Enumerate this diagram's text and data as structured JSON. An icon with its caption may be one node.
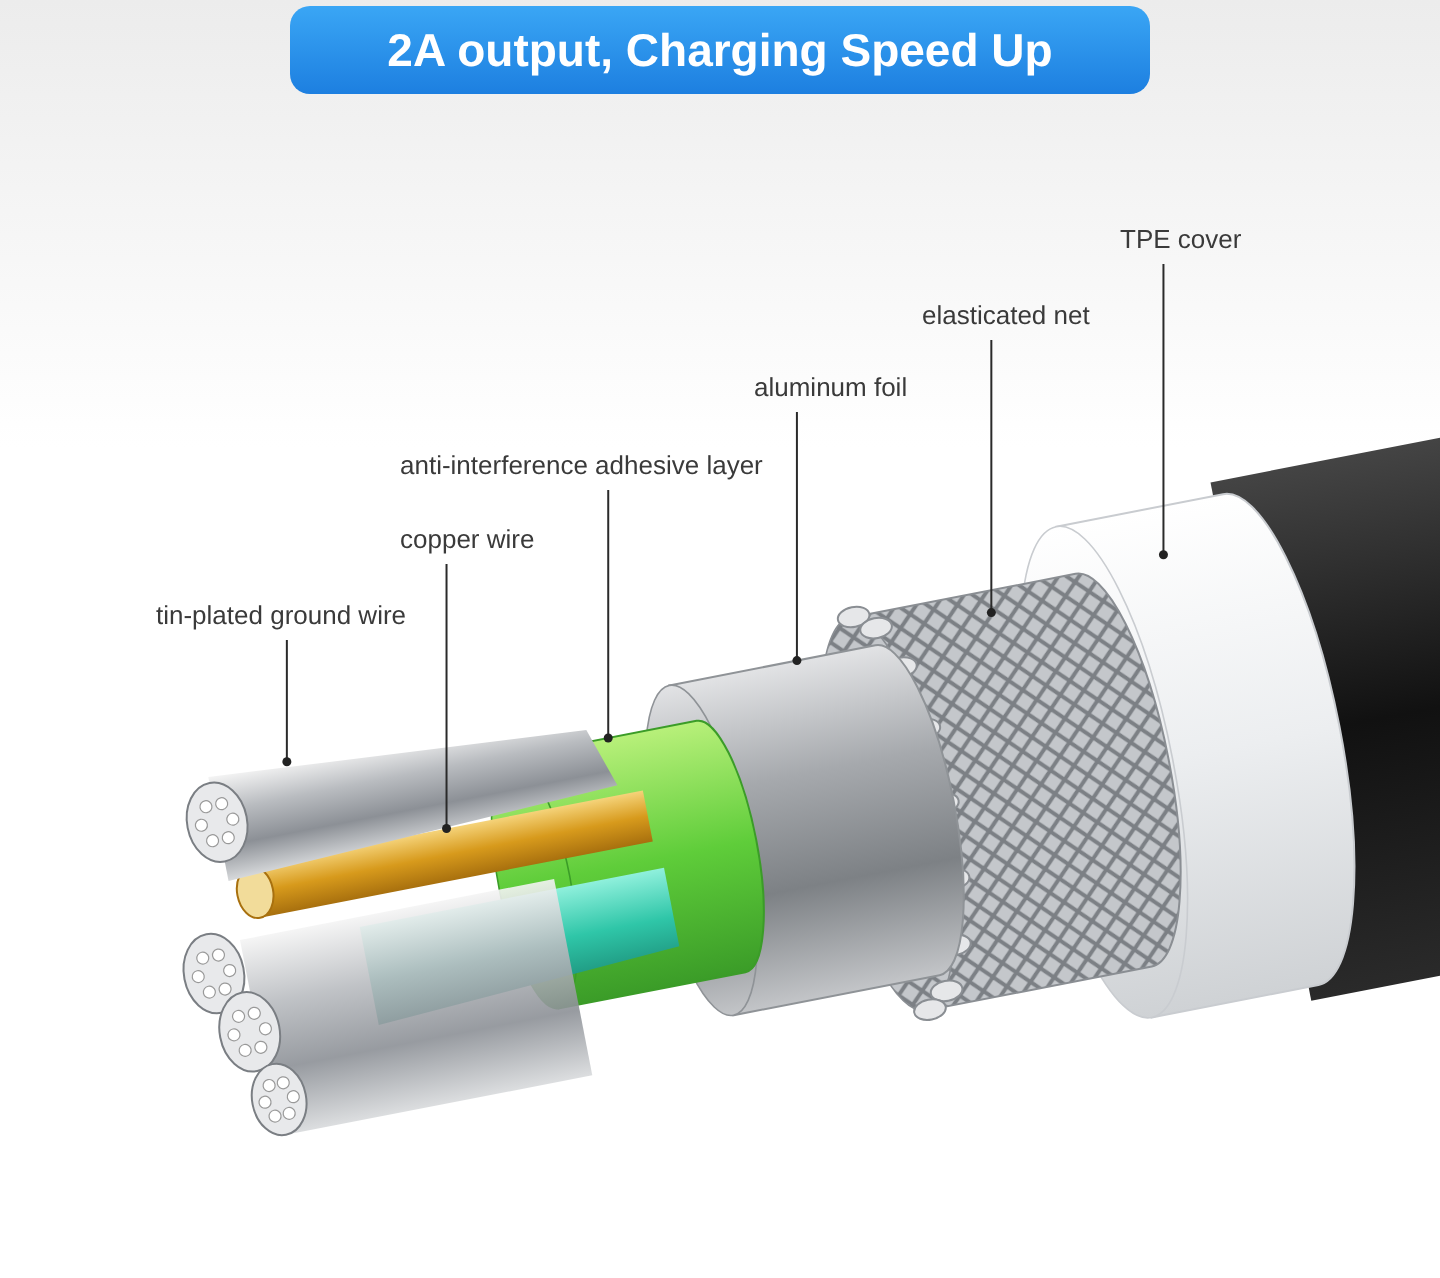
{
  "diagram": {
    "title": "2A output, Charging Speed Up",
    "nodes": [
      {
        "text": [
          "TPE cover"
        ]
      },
      {
        "text": [
          "elasticated net"
        ]
      },
      {
        "text": [
          "aluminum foil"
        ]
      },
      {
        "text": [
          "anti-interference adhesive layer"
        ]
      },
      {
        "text": [
          "copper wire"
        ]
      },
      {
        "text": [
          "tin-plated ground wire"
        ]
      },
      {
        "text": [],
        "shape": "picture"
      },
      {
        "text": [],
        "shape": "picture"
      },
      {
        "text": [],
        "shape": "picture"
      },
      {
        "text": [],
        "shape": "picture"
      },
      {
        "text": [],
        "shape": "picture"
      },
      {
        "text": [],
        "shape": "picture"
      }
    ],
    "edges": [
      {
        "from": 0,
        "to": 11,
        "arrow": "other"
      },
      {
        "from": 1,
        "to": 10,
        "arrow": "other"
      },
      {
        "from": 2,
        "to": 9,
        "arrow": "other"
      },
      {
        "from": 3,
        "to": 8,
        "arrow": "other"
      },
      {
        "from": 4,
        "to": 7,
        "arrow": "other"
      },
      {
        "from": 5,
        "to": 6,
        "arrow": "other"
      }
    ]
  }
}
